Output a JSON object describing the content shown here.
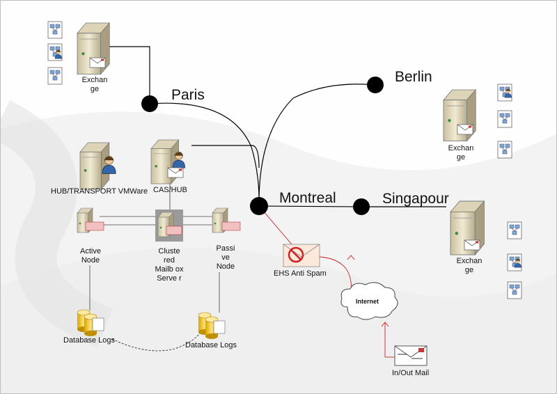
{
  "sites": {
    "paris": "Paris",
    "berlin": "Berlin",
    "montreal": "Montreal",
    "singapour": "Singapour"
  },
  "servers": {
    "exchange_paris": "Exchan ge",
    "exchange_berlin": "Exchan ge",
    "exchange_singapour": "Exchan ge",
    "hub_transport": "HUB/TRANSPORT VMWare",
    "cas_hub": "CAS/HUB",
    "active_node": "Active Node",
    "clustered_mailbox": "Cluste red Mailb ox Serve r",
    "passive_node": "Passi ve Node"
  },
  "storage": {
    "db_logs_left": "Database Logs",
    "db_logs_right": "Database Logs"
  },
  "edge": {
    "anti_spam": "EHS Anti Spam",
    "internet": "Internet",
    "in_out_mail": "In/Out Mail"
  },
  "colors": {
    "node": "#000000",
    "link": "#000000",
    "internet_link": "#cc2222",
    "server_body": "#e8dfc6"
  }
}
